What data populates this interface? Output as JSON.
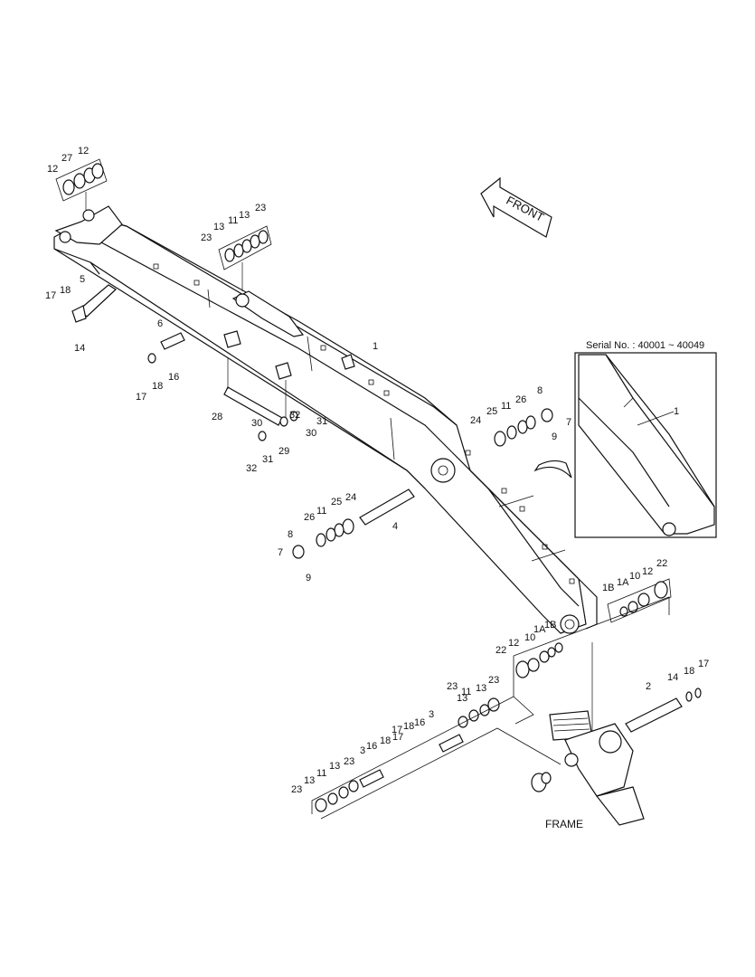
{
  "front_label": "FRONT",
  "frame_label": "FRAME",
  "serial_label": "Serial No. : 40001 ~ 40049",
  "inset_callout": "1",
  "callouts": [
    "12",
    "27",
    "12",
    "23",
    "13",
    "11",
    "13",
    "23",
    "5",
    "17",
    "18",
    "14",
    "6",
    "16",
    "18",
    "17",
    "1",
    "28",
    "30",
    "29",
    "31",
    "32",
    "30",
    "31",
    "32",
    "8",
    "7",
    "9",
    "24",
    "25",
    "11",
    "26",
    "4",
    "26",
    "11",
    "25",
    "24",
    "8",
    "7",
    "9",
    "1B",
    "1A",
    "10",
    "12",
    "22",
    "22",
    "12",
    "10",
    "1A",
    "1B",
    "23",
    "13",
    "11",
    "13",
    "23",
    "3",
    "16",
    "18",
    "17",
    "23",
    "13",
    "11",
    "13",
    "23",
    "3",
    "16",
    "18",
    "17",
    "2",
    "14",
    "18",
    "17"
  ]
}
